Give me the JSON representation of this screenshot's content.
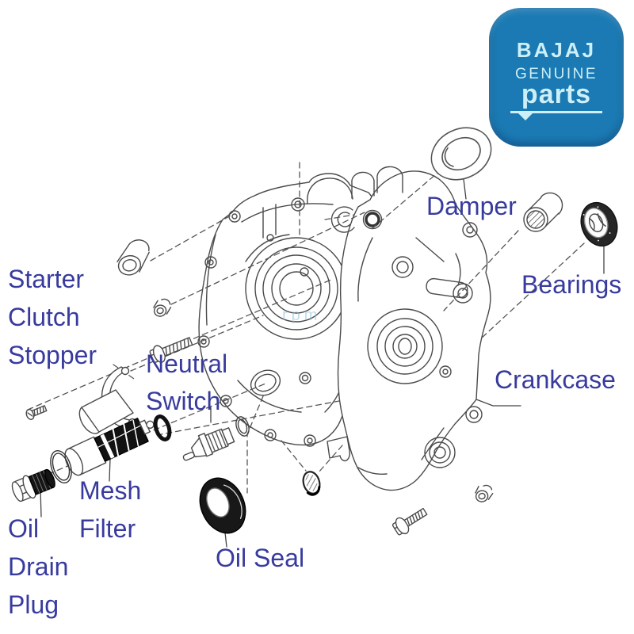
{
  "logo": {
    "brand": "BAJAJ",
    "genuine": "GENUINE",
    "parts": "parts"
  },
  "watermark": "rpm",
  "labels": {
    "starter_clutch_stopper": [
      "Starter",
      "Clutch",
      "Stopper"
    ],
    "neutral_switch": [
      "Neutral",
      "Switch"
    ],
    "damper": "Damper",
    "bearings": "Bearings",
    "crankcase": "Crankcase",
    "mesh_filter": [
      "Mesh",
      "Filter"
    ],
    "oil_drain_plug": [
      "Oil",
      "Drain",
      "Plug"
    ],
    "oil_seal": "Oil Seal"
  },
  "colors": {
    "label_text": "#383b9e",
    "logo_bg": "#1b7ab3",
    "logo_fg": "#cdeff7",
    "line": "#4a4a4a",
    "watermark": "#8fc0da"
  }
}
